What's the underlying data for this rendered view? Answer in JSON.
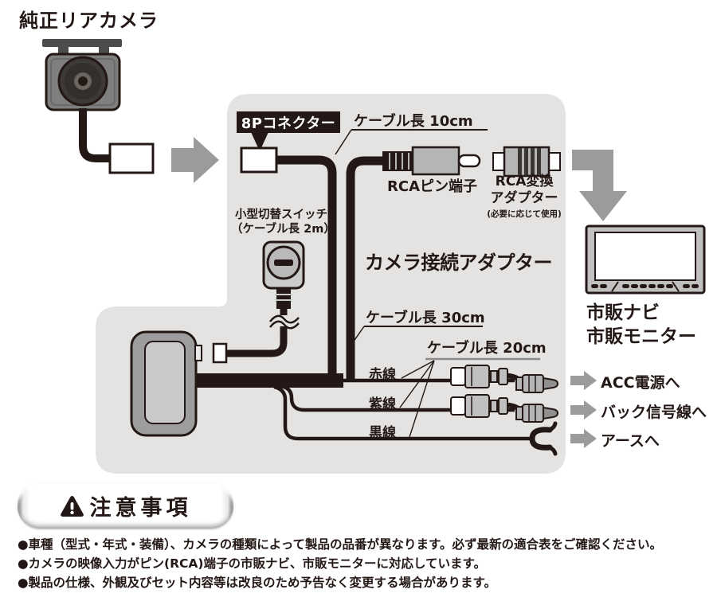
{
  "title": "純正リアカメラ",
  "diagram": {
    "connector_label": "8Pコネクター",
    "cable_len_10": "ケーブル長 10cm",
    "rca_pin_label": "RCAピン端子",
    "rca_adapter_line1": "RCA変換",
    "rca_adapter_line2": "アダプター",
    "rca_adapter_note": "(必要に応じて使用)",
    "switch_line1": "小型切替スイッチ",
    "switch_line2": "（ケーブル長 2m）",
    "adapter_title": "カメラ接続アダプター",
    "cable_len_30": "ケーブル長 30cm",
    "cable_len_20": "ケーブル長 20cm",
    "wire_red_label": "赤線",
    "wire_purple_label": "紫線",
    "wire_black_label": "黒線",
    "monitor_line1": "市販ナビ",
    "monitor_line2": "市販モニター",
    "dest_acc": "ACC電源へ",
    "dest_back_signal": "バック信号線へ",
    "dest_ground": "アースへ"
  },
  "caution": {
    "banner_label": "注意事項",
    "warning_icon": "warning-triangle",
    "notes": [
      "●車種（型式・年式・装備）、カメラの種類によって製品の品番が異なります。必ず最新の適合表をご確認ください。",
      "●カメラの映像入力がピン(RCA)端子の市販ナビ、市販モニターに対応しています。",
      "●製品の仕様、外観及びセット内容等は改良のため予告なく変更する場合があります。"
    ]
  },
  "colors": {
    "ink": "#231815",
    "panel_gray": "#e4e3e1",
    "arrow_gray": "#9b9b9b",
    "metal_gray": "#b5b5b5",
    "white": "#ffffff"
  }
}
